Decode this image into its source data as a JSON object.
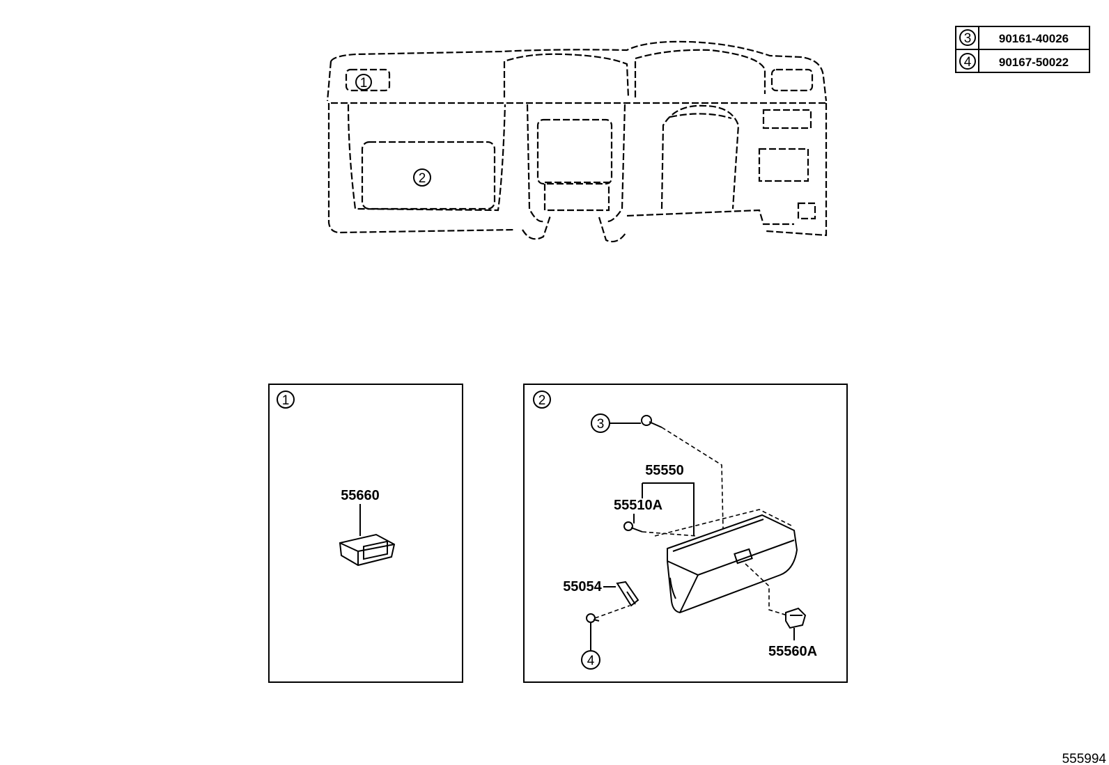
{
  "callouts": {
    "c1": "1",
    "c2": "2",
    "c3": "3",
    "c4": "4"
  },
  "fastener_table": [
    {
      "ref": "3",
      "part": "90161-40026"
    },
    {
      "ref": "4",
      "part": "90167-50022"
    }
  ],
  "part_labels": {
    "p55660": "55660",
    "p55550": "55550",
    "p55510A": "55510A",
    "p55054": "55054",
    "p55560A": "55560A"
  },
  "figure_id": "555994"
}
